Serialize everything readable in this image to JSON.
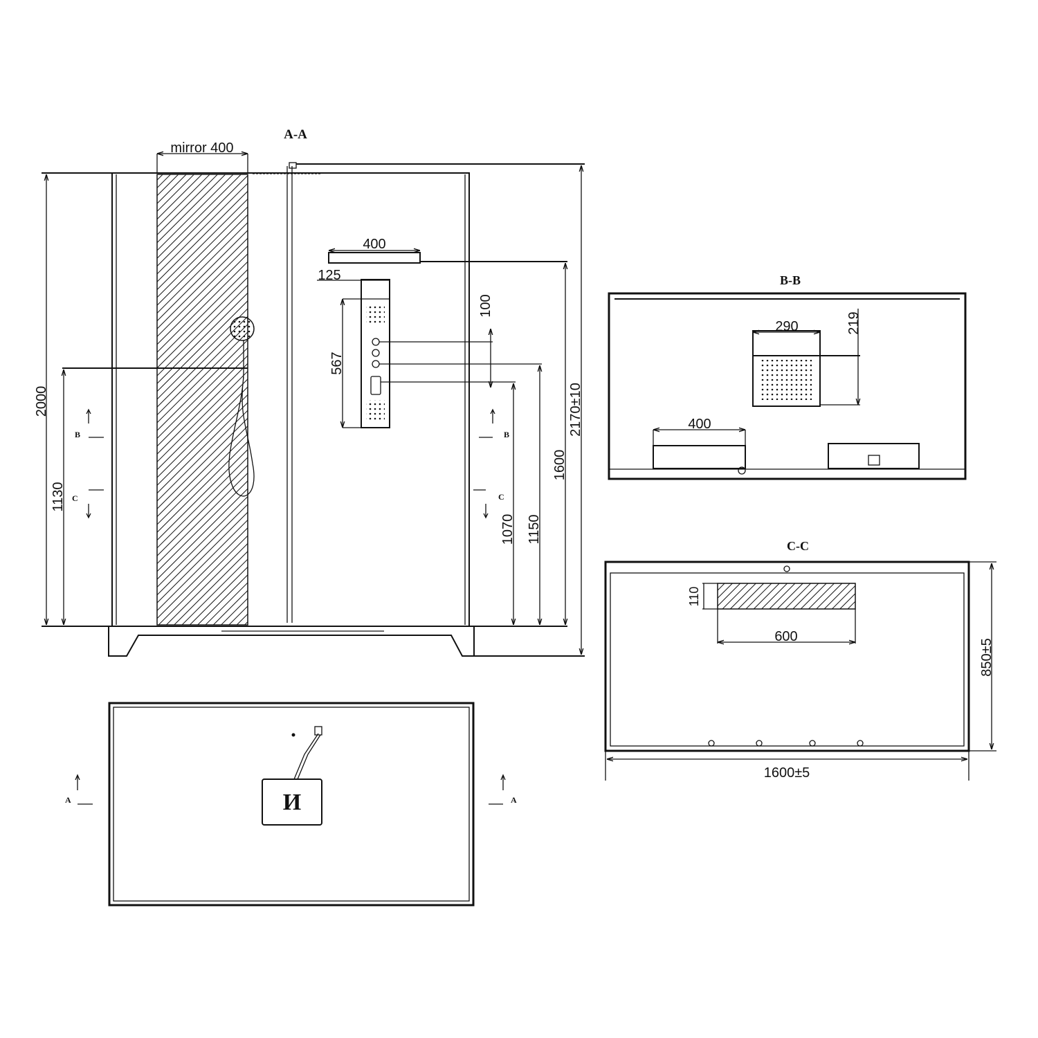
{
  "views": {
    "aa": {
      "title": "A-A",
      "mirror_label": "mirror 400",
      "dims": {
        "overall_height": "2000",
        "seat_height": "1130",
        "total_height": "2170±10",
        "overhead_height": "1600",
        "control_1150": "1150",
        "control_1070": "1070",
        "spacing": "100",
        "overhead_width": "400",
        "panel_width": "125",
        "panel_height": "567"
      },
      "markers": {
        "b": "B",
        "c": "C"
      }
    },
    "plan": {
      "marker": "A",
      "drain_glyph": "И"
    },
    "bb": {
      "title": "B-B",
      "dims": {
        "head_width": "290",
        "head_depth": "219",
        "seat_width": "400"
      }
    },
    "cc": {
      "title": "C-C",
      "dims": {
        "strip_height": "110",
        "strip_width": "600",
        "depth": "850±5",
        "width": "1600±5"
      }
    }
  }
}
